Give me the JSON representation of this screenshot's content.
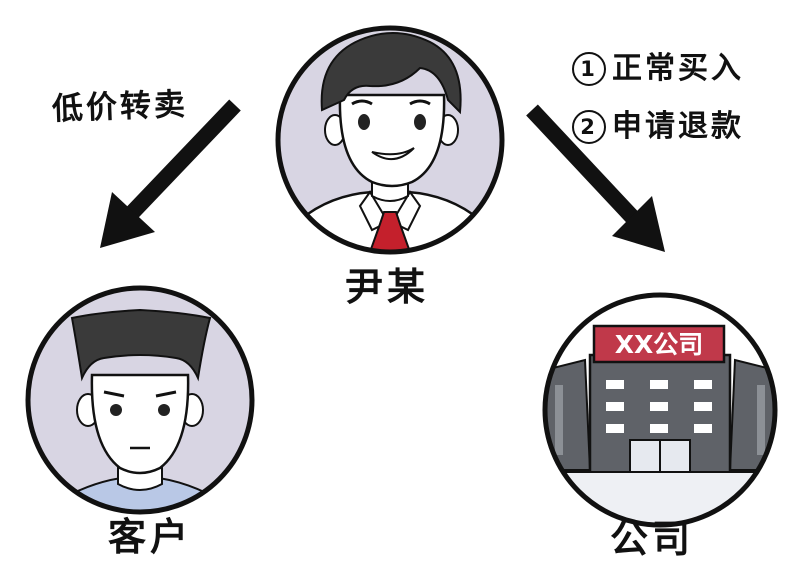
{
  "nodes": {
    "center": {
      "label": "尹某"
    },
    "left": {
      "label": "客户"
    },
    "right": {
      "label": "公司",
      "sign": "XX公司"
    }
  },
  "edges": {
    "to_left": {
      "label": "低价转卖"
    },
    "to_right": {
      "steps": [
        {
          "num": "1",
          "text": "正常买入"
        },
        {
          "num": "2",
          "text": "申请退款"
        }
      ]
    }
  },
  "colors": {
    "circle_fill": "#d8d5e3",
    "outline": "#111111",
    "tie": "#c4202c",
    "shirt": "#ffffff",
    "hair": "#3a3a3a",
    "building": "#5f6268",
    "sign": "#c0394a",
    "sky_blue": "#b9c8e6"
  }
}
